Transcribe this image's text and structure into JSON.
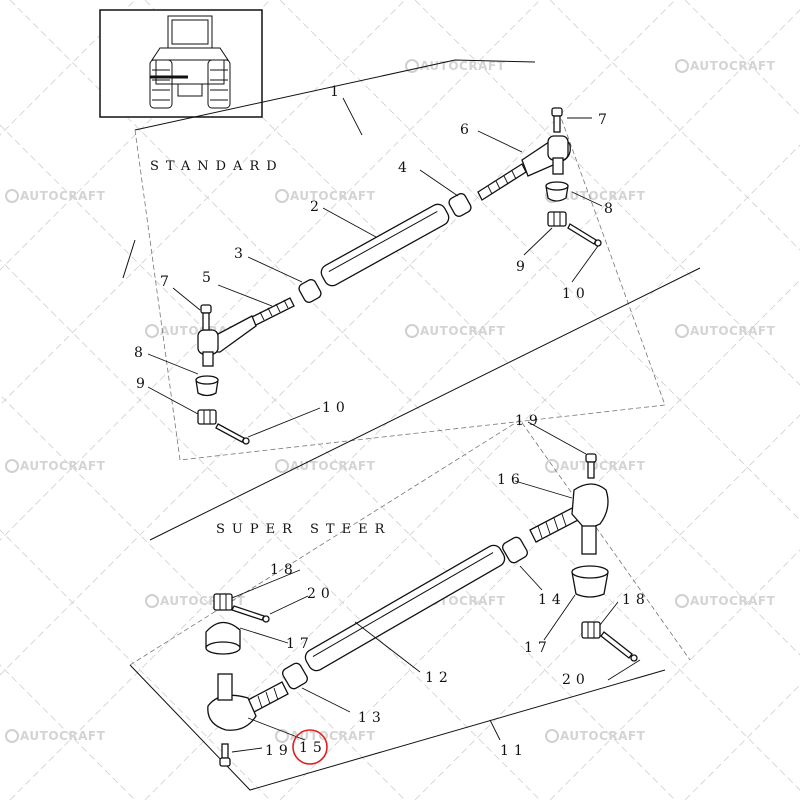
{
  "sections": {
    "standard": "STANDARD",
    "super_steer": "SUPER STEER"
  },
  "callouts": {
    "c1": "1",
    "c2": "2",
    "c3": "3",
    "c4": "4",
    "c5": "5",
    "c6": "6",
    "c7a": "7",
    "c7b": "7",
    "c8a": "8",
    "c8b": "8",
    "c9a": "9",
    "c9b": "9",
    "c10a": "10",
    "c10b": "10",
    "c11": "11",
    "c12": "12",
    "c13": "13",
    "c14": "14",
    "c15": "15",
    "c16": "16",
    "c17a": "17",
    "c17b": "17",
    "c18a": "18",
    "c18b": "18",
    "c19a": "19",
    "c19b": "19",
    "c20a": "20",
    "c20b": "20"
  },
  "watermark": "AUTOCRAFT",
  "highlight": {
    "target": "15",
    "color": "#e02020"
  }
}
